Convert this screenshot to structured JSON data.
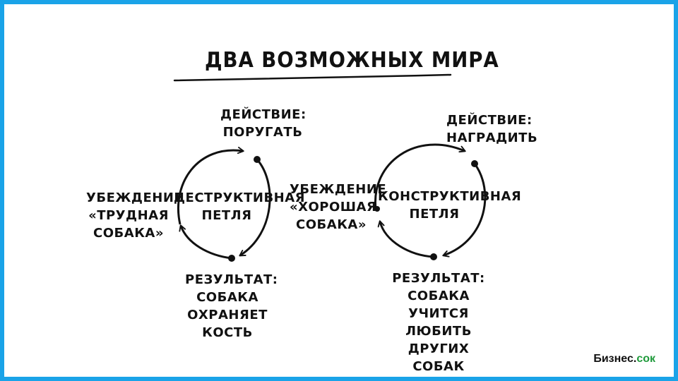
{
  "title": "ДВА ВОЗМОЖНЫХ МИРА",
  "left_loop": {
    "center_label": "ДЕСТРУКТИВНАЯ\nПЕТЛЯ",
    "action": "ДЕЙСТВИЕ:\nПОРУГАТЬ",
    "belief": "УБЕЖДЕНИЕ\n«ТРУДНАЯ\nСОБАКА»",
    "result": "РЕЗУЛЬТАТ:\nСОБАКА\nОХРАНЯЕТ\nКОСТЬ"
  },
  "right_loop": {
    "center_label": "КОНСТРУКТИВНАЯ\nПЕТЛЯ",
    "action": "ДЕЙСТВИЕ:\nНАГРАДИТЬ",
    "belief": "УБЕЖДЕНИЕ\n«ХОРОШАЯ\nСОБАКА»",
    "result": "РЕЗУЛЬТАТ:\nСОБАКА УЧИТСЯ\nЛЮБИТЬ ДРУГИХ\nСОБАК"
  },
  "brand": {
    "part1": "Бизнес.",
    "part2": "сок"
  },
  "colors": {
    "border": "#1aa3e8",
    "ink": "#111111",
    "brand_green": "#1e9a3a"
  }
}
